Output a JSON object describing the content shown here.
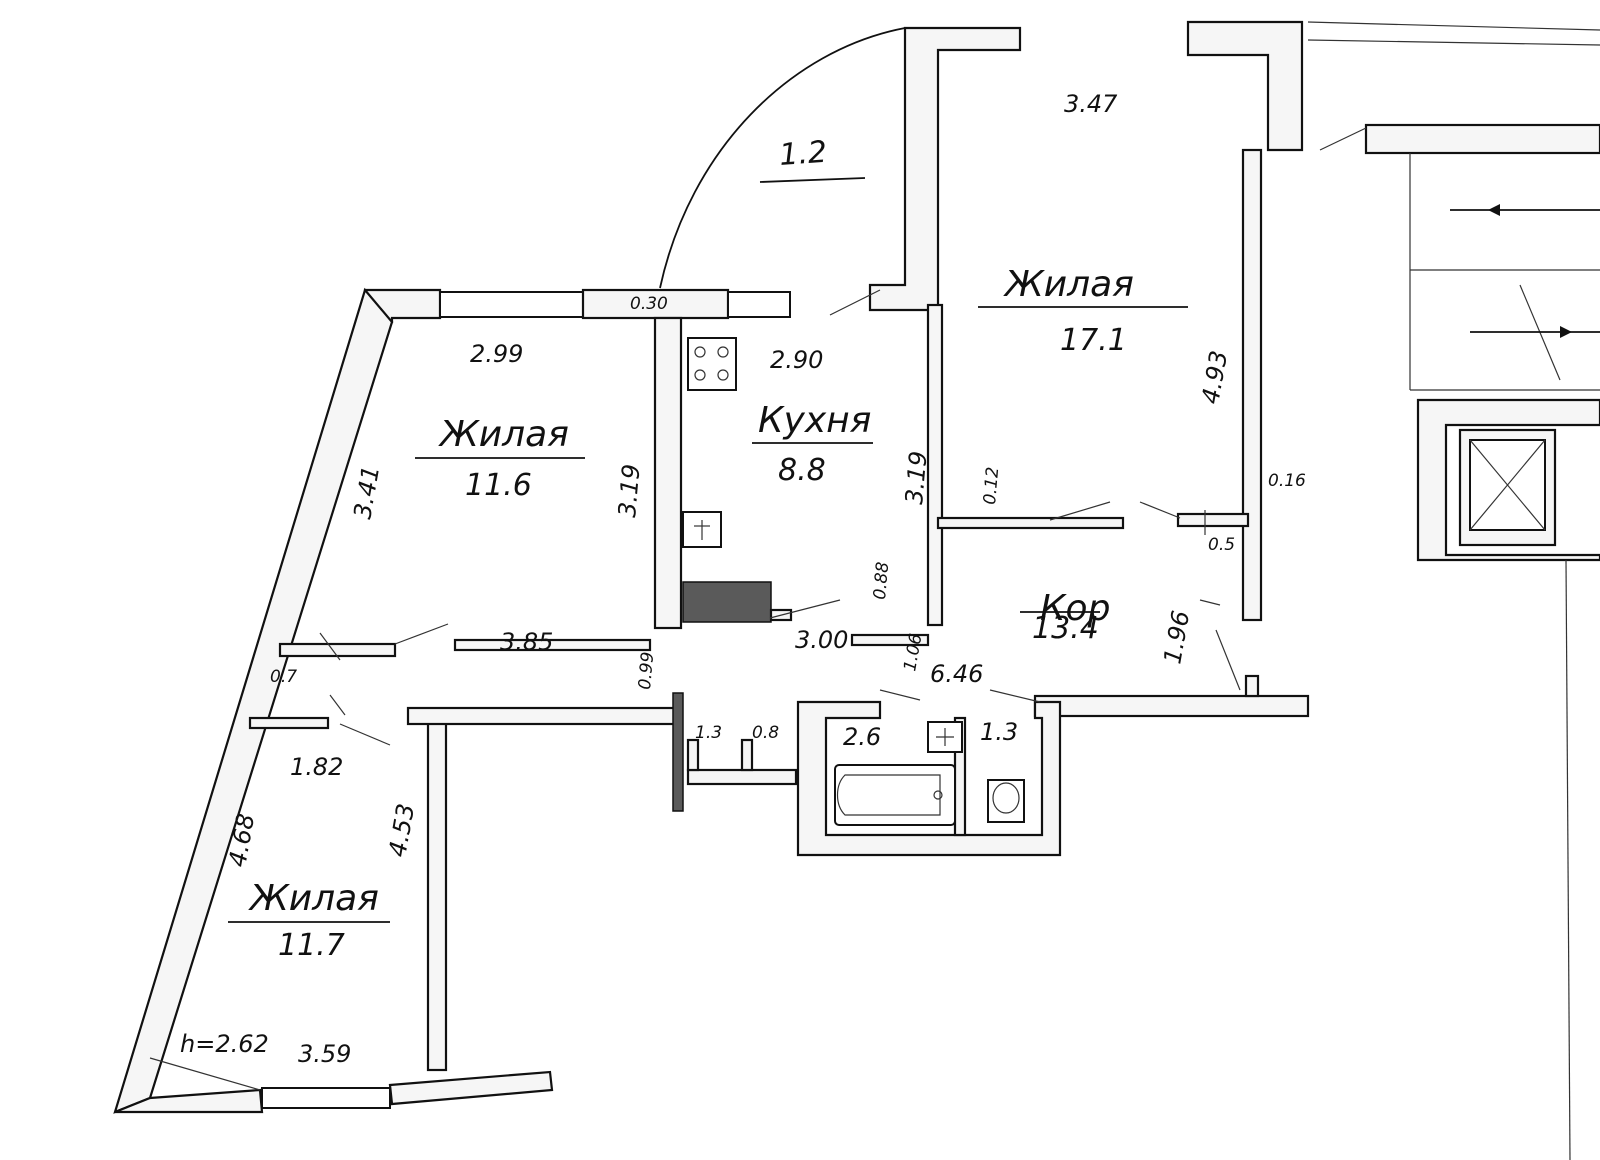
{
  "rooms": {
    "living_top_right": {
      "name": "Жилая",
      "area": "17.1"
    },
    "living_left": {
      "name": "Жилая",
      "area": "11.6"
    },
    "kitchen": {
      "name": "Кухня",
      "area": "8.8"
    },
    "corridor": {
      "name": "Кор",
      "area": "13.4"
    },
    "living_bottom": {
      "name": "Жилая",
      "area": "11.7"
    }
  },
  "balcony": {
    "area": "1.2"
  },
  "dimensions": {
    "d_3_47": "3.47",
    "d_4_93": "4.93",
    "d_2_99": "2.99",
    "d_3_41": "3.41",
    "d_3_19_left": "3.19",
    "d_2_90": "2.90",
    "d_3_19_kitchen": "3.19",
    "d_0_30": "0.30",
    "d_0_12": "0.12",
    "d_0_16": "0.16",
    "d_0_5": "0.5",
    "d_1_96": "1.96",
    "d_3_85": "3.85",
    "d_3_00": "3.00",
    "d_0_88": "0.88",
    "d_0_99": "0.99",
    "d_1_06": "1.06",
    "d_6_46": "6.46",
    "d_0_7": "0.7",
    "d_1_82": "1.82",
    "d_1_3_closet": "1.3",
    "d_0_8": "0.8",
    "d_2_6": "2.6",
    "d_1_3_wc": "1.3",
    "d_4_68": "4.68",
    "d_4_53": "4.53",
    "d_3_59": "3.59",
    "ceiling_height": "h=2.62"
  },
  "icons": [
    "stove-icon",
    "sink-icon",
    "bathtub-icon",
    "toilet-icon",
    "washbasin-icon",
    "ventilation-shaft-icon",
    "stairs-arrow-icon"
  ],
  "colors": {
    "wall_fill": "#f6f6f6",
    "dark_fill": "#5a5a5a",
    "line": "#111111",
    "background": "#ffffff"
  }
}
